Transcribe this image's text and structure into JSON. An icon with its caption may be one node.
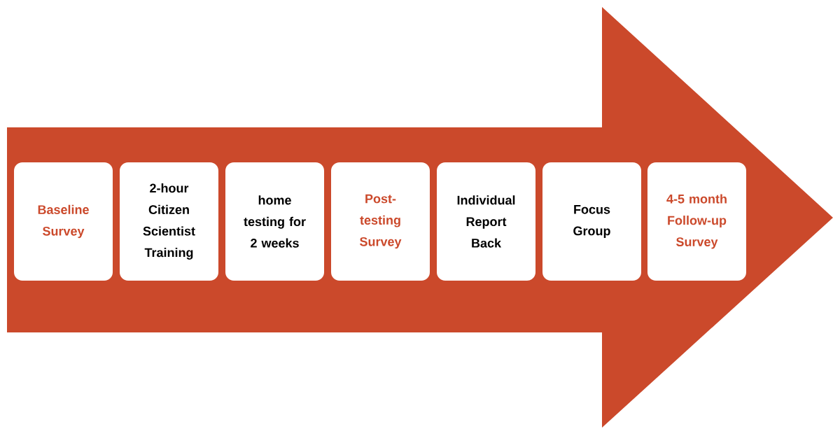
{
  "diagram": {
    "nodes": [
      {
        "text": [
          "Baseline Survey"
        ]
      },
      {
        "text": [
          "2-hour Citizen Scientist Training"
        ]
      },
      {
        "text": [
          "home testing for 2 weeks"
        ]
      },
      {
        "text": [
          "Post-testing Survey"
        ]
      },
      {
        "text": [
          "Individual Report Back"
        ]
      },
      {
        "text": [
          "Focus Group"
        ]
      },
      {
        "text": [
          "4-5 month Follow-up Survey"
        ]
      }
    ]
  }
}
